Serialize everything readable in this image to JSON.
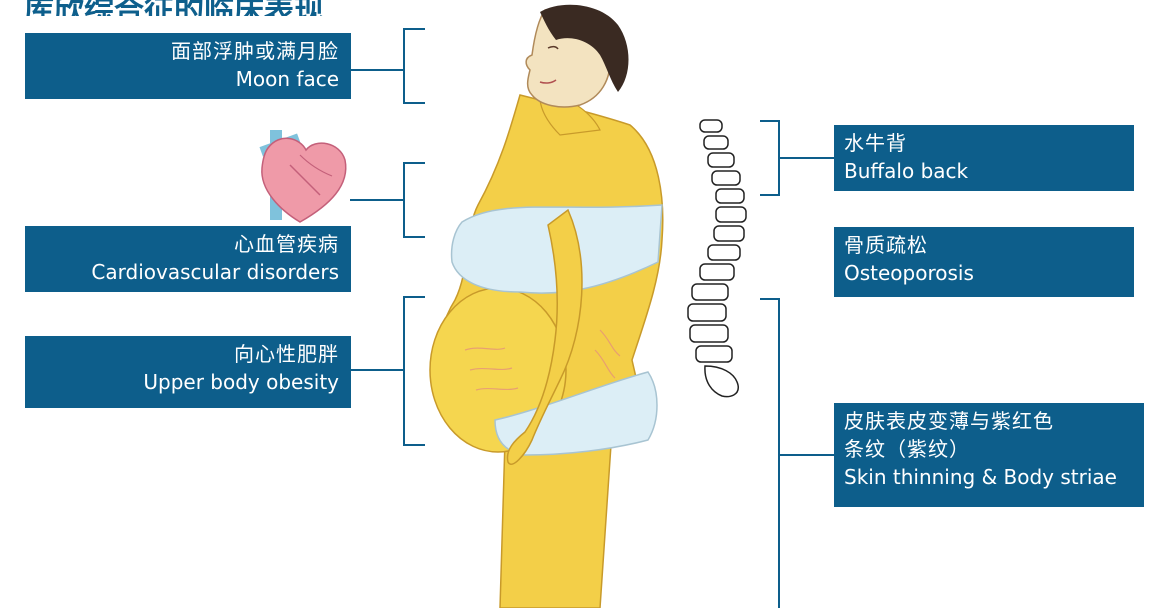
{
  "title": "库欣综合征的临床表现",
  "labels": {
    "moon_face": {
      "zh": "面部浮肿或满月脸",
      "en": "Moon face"
    },
    "cardiovascular": {
      "zh": "心血管疾病",
      "en": "Cardiovascular disorders"
    },
    "obesity": {
      "zh": "向心性肥胖",
      "en": "Upper body obesity"
    },
    "buffalo_back": {
      "zh": "水牛背",
      "en": "Buffalo back"
    },
    "osteoporosis": {
      "zh": "骨质疏松",
      "en": "Osteoporosis"
    },
    "skin": {
      "zh1": "皮肤表皮变薄与紫红色",
      "zh2": "条纹（紫纹）",
      "en": "Skin thinning & Body striae"
    }
  },
  "colors": {
    "label_bg": "#0d5e8b",
    "label_text": "#ffffff",
    "skin": "#f3cf48",
    "underwear": "#dceef6",
    "hair": "#3a2a22"
  }
}
